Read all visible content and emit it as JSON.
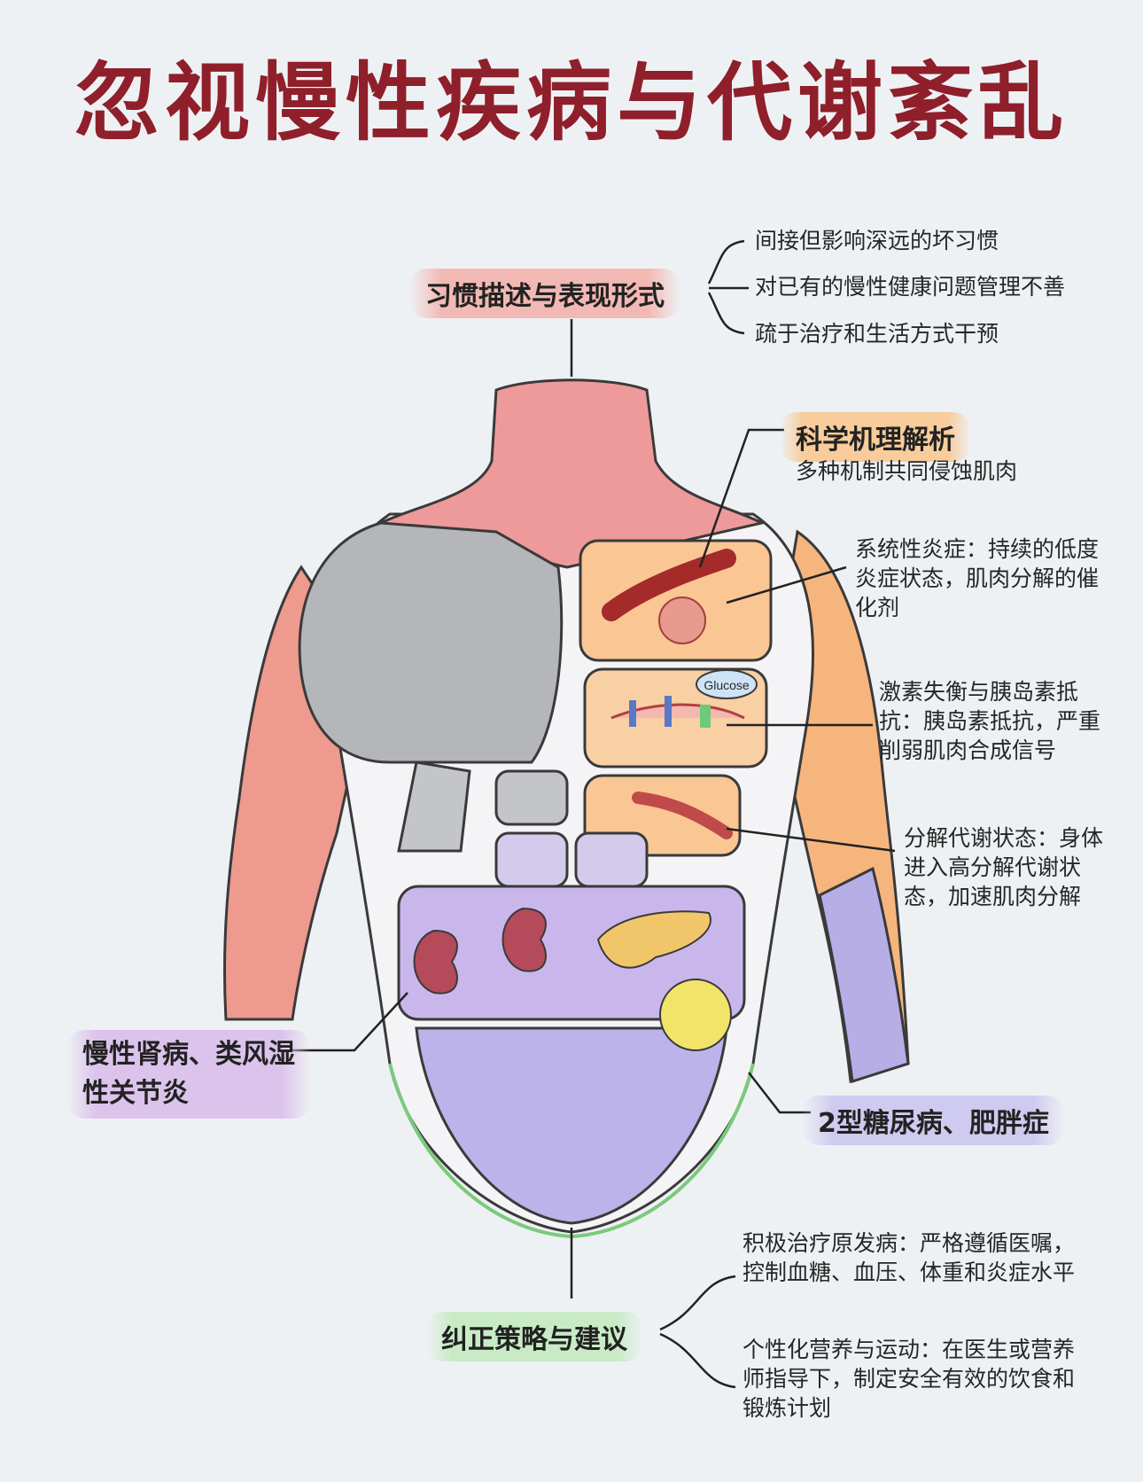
{
  "title": "忽视慢性疾病与代谢紊乱",
  "habits": {
    "heading": "习惯描述与表现形式",
    "items": [
      "间接但影响深远的坏习惯",
      "对已有的慢性健康问题管理不善",
      "疏于治疗和生活方式干预"
    ]
  },
  "mechanism": {
    "heading": "科学机理解析",
    "subtitle": "多种机制共同侵蚀肌肉",
    "inflammation": "系统性炎症：持续的低度炎症状态，肌肉分解的催化剂",
    "hormone": "激素失衡与胰岛素抵抗：胰岛素抵抗，严重削弱肌肉合成信号",
    "catabolic": "分解代谢状态：身体进入高分解代谢状态，加速肌肉分解"
  },
  "glucose_label": "Glucose",
  "kidney_label": "慢性肾病、类风湿性关节炎",
  "diabetes_label": "2型糖尿病、肥胖症",
  "strategy": {
    "heading": "纠正策略与建议",
    "items": [
      "积极治疗原发病：严格遵循医嘱，控制血糖、血压、体重和炎症水平",
      "个性化营养与运动：在医生或营养师指导下，制定安全有效的饮食和锻炼计划"
    ]
  },
  "colors": {
    "title": "#8f1f2a",
    "neck_muscle": "#ee9a9a",
    "shoulder_gray": "#b4b6ba",
    "orange_muscle": "#f7b57e",
    "purple_abdomen": "#c9b7ec"
  }
}
